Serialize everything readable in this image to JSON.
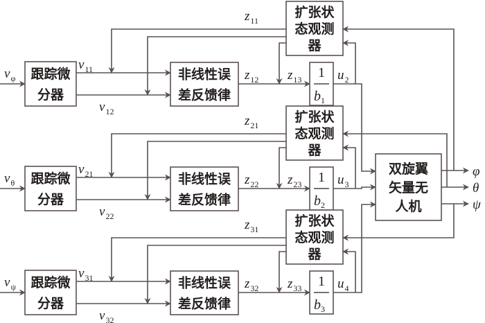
{
  "blocks": {
    "td": [
      "跟踪微",
      "分器"
    ],
    "nlsef": [
      "非线性误",
      "差反馈律"
    ],
    "eso": [
      "扩张状",
      "态观测",
      "器"
    ],
    "plant": [
      "双旋翼",
      "矢量无",
      "人机"
    ]
  },
  "channels": [
    {
      "input": {
        "sym": "v",
        "sub": "φ"
      },
      "v1": {
        "sym": "v",
        "sub": "11"
      },
      "v2": {
        "sym": "v",
        "sub": "12"
      },
      "z1": {
        "sym": "z",
        "sub": "11"
      },
      "z2": {
        "sym": "z",
        "sub": "12"
      },
      "z3": {
        "sym": "z",
        "sub": "13"
      },
      "gain": {
        "num": "1",
        "den": "b",
        "den_sub": "1"
      },
      "u": {
        "sym": "u",
        "sub": "2"
      }
    },
    {
      "input": {
        "sym": "v",
        "sub": "θ"
      },
      "v1": {
        "sym": "v",
        "sub": "21"
      },
      "v2": {
        "sym": "v",
        "sub": "22"
      },
      "z1": {
        "sym": "z",
        "sub": "21"
      },
      "z2": {
        "sym": "z",
        "sub": "22"
      },
      "z3": {
        "sym": "z",
        "sub": "23"
      },
      "gain": {
        "num": "1",
        "den": "b",
        "den_sub": "2"
      },
      "u": {
        "sym": "u",
        "sub": "3"
      }
    },
    {
      "input": {
        "sym": "v",
        "sub": "ψ"
      },
      "v1": {
        "sym": "v",
        "sub": "31"
      },
      "v2": {
        "sym": "v",
        "sub": "32"
      },
      "z1": {
        "sym": "z",
        "sub": "31"
      },
      "z2": {
        "sym": "z",
        "sub": "32"
      },
      "z3": {
        "sym": "z",
        "sub": "33"
      },
      "gain": {
        "num": "1",
        "den": "b",
        "den_sub": "3"
      },
      "u": {
        "sym": "u",
        "sub": "4"
      }
    }
  ],
  "outputs": [
    "φ",
    "θ",
    "ψ"
  ]
}
